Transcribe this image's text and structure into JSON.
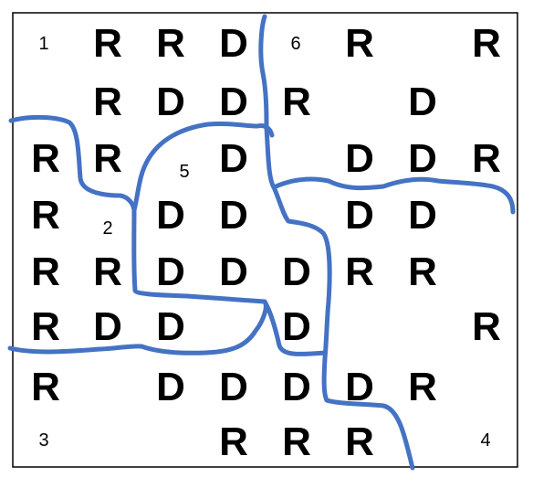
{
  "colors": {
    "border": "#000000",
    "boundary_line": "#4472C4",
    "text": "#000000",
    "background": "#FFFFFF"
  },
  "grid": {
    "rows": [
      [
        "",
        "R",
        "R",
        "D",
        "",
        "R",
        "",
        "R"
      ],
      [
        "",
        "R",
        "D",
        "D",
        "R",
        "",
        "D",
        ""
      ],
      [
        "R",
        "R",
        "",
        "D",
        "",
        "D",
        "D",
        "R"
      ],
      [
        "R",
        "",
        "D",
        "D",
        "",
        "D",
        "D",
        ""
      ],
      [
        "R",
        "R",
        "D",
        "D",
        "D",
        "R",
        "R",
        ""
      ],
      [
        "R",
        "D",
        "D",
        "",
        "D",
        "",
        "",
        "R"
      ],
      [
        "R",
        "",
        "D",
        "D",
        "D",
        "D",
        "R",
        ""
      ],
      [
        "",
        "",
        "",
        "R",
        "R",
        "R",
        "",
        ""
      ]
    ]
  },
  "district_labels": [
    "1",
    "2",
    "3",
    "4",
    "5",
    "6"
  ]
}
